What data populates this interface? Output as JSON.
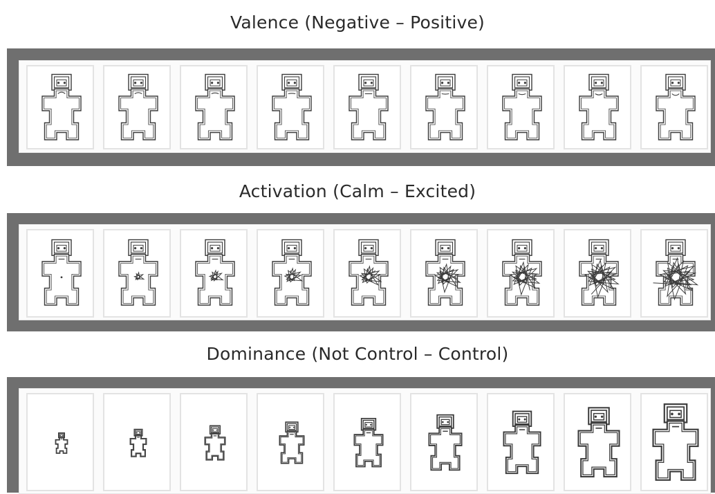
{
  "scales": [
    {
      "id": "valence",
      "title": "Valence (Negative – Positive)",
      "icon": "sam-valence-figure",
      "levels": [
        1,
        2,
        3,
        4,
        5,
        6,
        7,
        8,
        9
      ]
    },
    {
      "id": "activation",
      "title": "Activation (Calm – Excited)",
      "icon": "sam-arousal-figure",
      "levels": [
        1,
        2,
        3,
        4,
        5,
        6,
        7,
        8,
        9
      ]
    },
    {
      "id": "dominance",
      "title": "Dominance (Not Control – Control)",
      "icon": "sam-dominance-figure",
      "levels": [
        1,
        2,
        3,
        4,
        5,
        6,
        7,
        8,
        9
      ]
    }
  ],
  "colors": {
    "band": "#6f6f6f",
    "figure_stroke": "#3a3a3a",
    "card_border": "#e3e3e3"
  }
}
